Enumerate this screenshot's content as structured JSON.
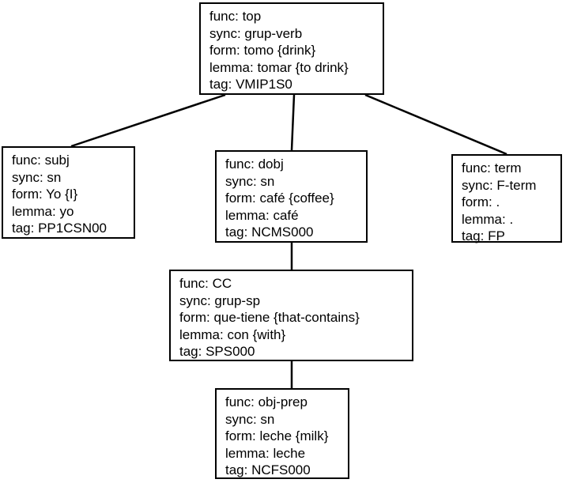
{
  "nodes": {
    "top": [
      "func: top",
      "sync: grup-verb",
      "form: tomo {drink}",
      "lemma: tomar {to drink}",
      "tag: VMIP1S0"
    ],
    "subj": [
      "func: subj",
      "sync: sn",
      "form: Yo {I}",
      "lemma: yo",
      "tag: PP1CSN00"
    ],
    "dobj": [
      "func: dobj",
      "sync: sn",
      "form: café {coffee}",
      "lemma: café",
      "tag: NCMS000"
    ],
    "term": [
      "func: term",
      "sync: F-term",
      "form: .",
      "lemma: .",
      "tag: FP"
    ],
    "cc": [
      "func: CC",
      "sync: grup-sp",
      "form: que-tiene {that-contains}",
      "lemma: con {with}",
      "tag: SPS000"
    ],
    "obj_prep": [
      "func: obj-prep",
      "sync: sn",
      "form: leche {milk}",
      "lemma: leche",
      "tag: NCFS000"
    ]
  },
  "edges": [
    [
      "top",
      "subj"
    ],
    [
      "top",
      "dobj"
    ],
    [
      "top",
      "term"
    ],
    [
      "dobj",
      "cc"
    ],
    [
      "cc",
      "obj_prep"
    ]
  ]
}
